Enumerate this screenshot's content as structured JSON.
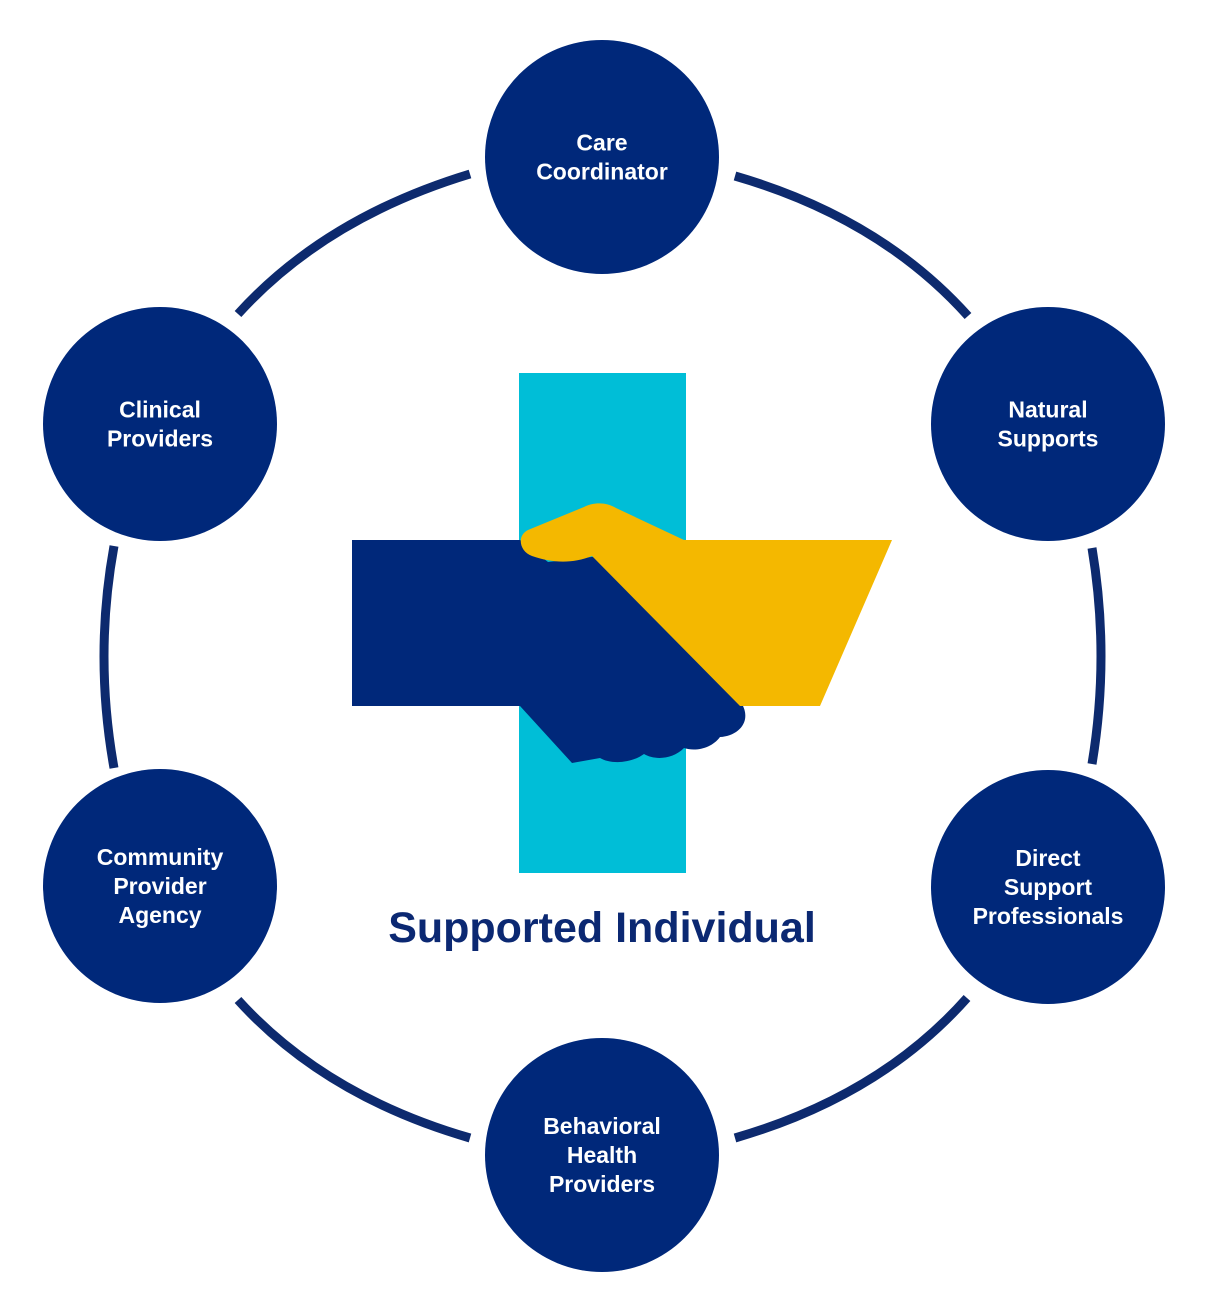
{
  "colors": {
    "navy": "#00287a",
    "cyan": "#00bed7",
    "gold": "#f4b800",
    "ring": "#0d2a6e",
    "text_on_node": "#ffffff"
  },
  "center": {
    "label": "Supported Individual",
    "icon": "handshake-cross-icon"
  },
  "nodes": [
    {
      "id": "care-coordinator",
      "lines": [
        "Care",
        "Coordinator"
      ]
    },
    {
      "id": "natural-supports",
      "lines": [
        "Natural",
        "Supports"
      ]
    },
    {
      "id": "direct-support-professionals",
      "lines": [
        "Direct",
        "Support",
        "Professionals"
      ]
    },
    {
      "id": "behavioral-health-providers",
      "lines": [
        "Behavioral",
        "Health",
        "Providers"
      ]
    },
    {
      "id": "community-provider-agency",
      "lines": [
        "Community",
        "Provider",
        "Agency"
      ]
    },
    {
      "id": "clinical-providers",
      "lines": [
        "Clinical",
        "Providers"
      ]
    }
  ]
}
